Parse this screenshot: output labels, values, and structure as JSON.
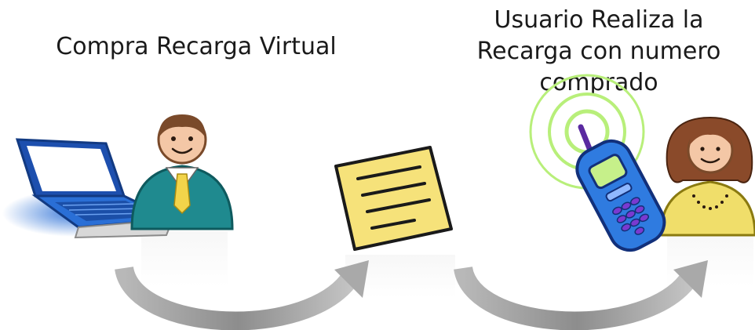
{
  "labels": {
    "step1": "Compra Recarga Virtual",
    "step2_lines": [
      "Usuario Realiza la",
      "Recarga con numero",
      "comprado"
    ]
  },
  "icons": [
    "laptop-icon",
    "man-icon",
    "note-icon",
    "mobile-phone-icon",
    "woman-icon",
    "curved-arrow-icon"
  ],
  "colors": {
    "note": "#f6e27a",
    "man_suit": "#1f8a8f",
    "woman_shirt": "#f0de6a",
    "phone": "#2f7be0",
    "signal": "#b8ef7a",
    "laptop": "#2a6fd6",
    "arrow": "#9a9a9a"
  }
}
